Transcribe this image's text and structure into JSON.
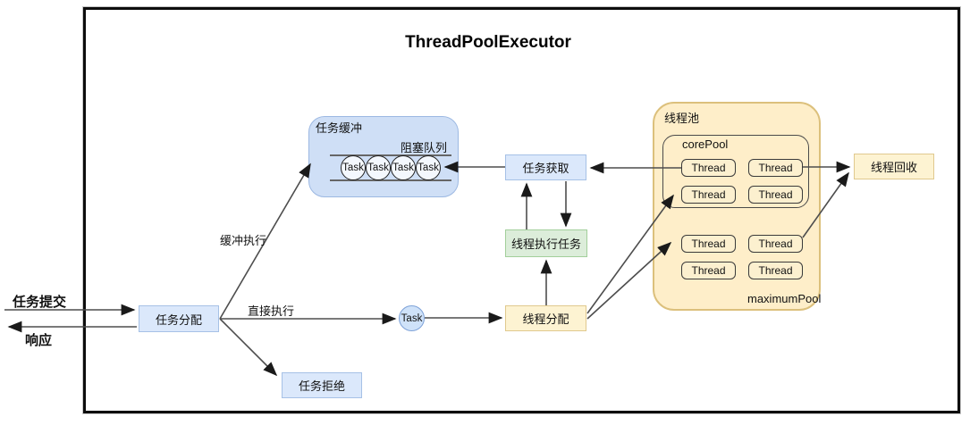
{
  "diagram": {
    "title": "ThreadPoolExecutor",
    "io": {
      "submit": "任务提交",
      "response": "响应"
    },
    "nodes": {
      "task_dispatch": "任务分配",
      "task_buffer": "任务缓冲",
      "blocking_queue": "阻塞队列",
      "task_fetch": "任务获取",
      "thread_execute": "线程执行任务",
      "thread_dispatch": "线程分配",
      "task_reject": "任务拒绝",
      "task": "Task",
      "thread_pool": "线程池",
      "core_pool": "corePool",
      "maximum_pool": "maximumPool",
      "thread_recycle": "线程回收"
    },
    "edge_labels": {
      "buffered_exec": "缓冲执行",
      "direct_exec": "直接执行"
    },
    "queue_tasks": [
      "Task",
      "Task",
      "Task",
      "Task"
    ],
    "threads": {
      "core": [
        "Thread",
        "Thread",
        "Thread",
        "Thread"
      ],
      "maximum": [
        "Thread",
        "Thread",
        "Thread",
        "Thread"
      ]
    },
    "colors": {
      "blue_fill": "#dbe8fb",
      "blue_border": "#a6c1e6",
      "buffer_fill": "#cfdff6",
      "buffer_border": "#9cb8e2",
      "green_fill": "#dcedda",
      "green_border": "#a2cf9b",
      "yellow_fill": "#fdf3d2",
      "yellow_border": "#e0c98e",
      "pool_fill": "#feeec9",
      "pool_border": "#dcc07c",
      "thread_fill": "#fcf0cf",
      "task_circle_fill": "#cfe2f9",
      "task_circle_border": "#7ea2d8",
      "line": "#4d4d4d"
    }
  }
}
